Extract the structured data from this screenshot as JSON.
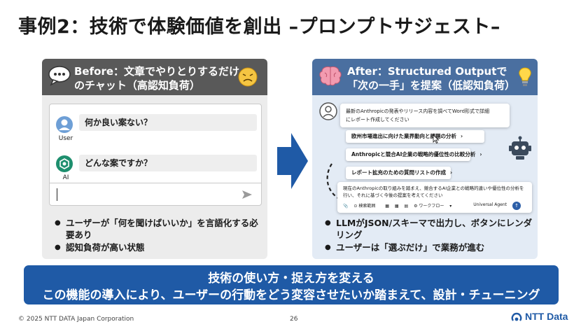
{
  "title": "事例2：技術で体験価値を創出 –プロンプトサジェスト–",
  "before": {
    "header_line1": "Before：文章でやりとりするだけ",
    "header_line2": "のチャット（高認知負荷）",
    "user_message": "何か良い案ない？",
    "user_label": "User",
    "ai_message": "どんな案ですか？",
    "ai_label": "AI",
    "bullets": [
      "ユーザーが「何を聞けばいいか」を言語化する必要あり",
      "認知負荷が高い状態"
    ]
  },
  "after": {
    "header_line1": "After：Structured Outputで",
    "header_line2": "「次の一手」を提案（低認知負荷）",
    "prompt_line1": "最新のAnthropicの発表やリリース内容を調べてWord形式で詳細",
    "prompt_line2": "にレポート作成してください",
    "suggestions": [
      "欧州市場進出に向けた業界動向と課題の分析",
      "Anthropicと競合AI企業の戦略的優位性の比較分析",
      "レポート拡充のための質問リストの作成"
    ],
    "composer_text": "現在のAnthropicの取り組みを踏まえ、競合するAI企業との戦略的違いや優位性の分析を行い、それに基づく今後の提案を考えてください",
    "composer_tools": [
      "検索範囲",
      "ワークフロー"
    ],
    "composer_agent": "Universal Agent",
    "bullets": [
      "LLMがJSON/スキーマで出力し、ボタンにレンダリング",
      "ユーザーは「選ぶだけ」で業務が進む"
    ]
  },
  "banner": {
    "line1": "技術の使い方・捉え方を変える",
    "line2": "この機能の導入により、ユーザーの行動をどう変容させたいか踏まえて、設計・チューニング"
  },
  "footer": {
    "copyright": "© 2025 NTT DATA Japan Corporation",
    "page": "26",
    "logo": "NTT Data"
  },
  "colors": {
    "before_header": "#595959",
    "after_header": "#4a6fa0",
    "banner": "#1f5aa6",
    "arrow": "#1f5aa6"
  }
}
